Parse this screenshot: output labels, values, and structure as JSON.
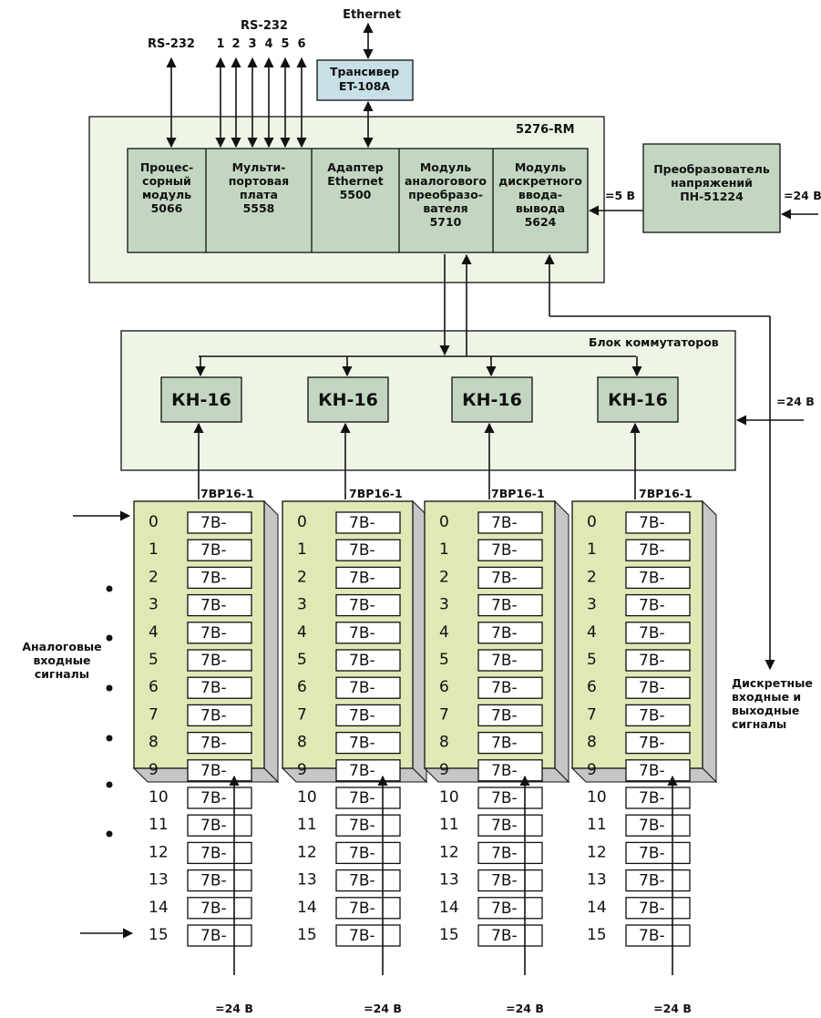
{
  "top": {
    "rs232_single": "RS-232",
    "rs232_multi": "RS-232",
    "ports": [
      "1",
      "2",
      "3",
      "4",
      "5",
      "6"
    ],
    "ethernet": "Ethernet",
    "transceiver": [
      "Трансивер",
      "ET-108A"
    ]
  },
  "rm": {
    "title": "5276-RM",
    "modules": [
      [
        "Процес-",
        "сорный",
        "модуль",
        "5066"
      ],
      [
        "Мульти-",
        "портовая",
        "плата",
        "5558"
      ],
      [
        "Адаптер",
        "Ethernet",
        "5500"
      ],
      [
        "Модуль",
        "аналогового",
        "преобразо-",
        "вателя",
        "5710"
      ],
      [
        "Модуль",
        "дискретного",
        "ввода-",
        "вывода",
        "5624"
      ]
    ]
  },
  "converter": {
    "lines": [
      "Преобразователь",
      "напряжений",
      "ПН-51224"
    ],
    "out_label": "=5 В",
    "in_label": "=24 В"
  },
  "switch_block": {
    "title": "Блок коммутаторов",
    "units": [
      "КН-16",
      "КН-16",
      "КН-16",
      "КН-16"
    ],
    "power_label": "=24 В"
  },
  "boards": {
    "titles": [
      "7BP16-1",
      "7BP16-1",
      "7BP16-1",
      "7BP16-1"
    ],
    "rows": [
      "0",
      "1",
      "2",
      "3",
      "4",
      "5",
      "6",
      "7",
      "8",
      "9",
      "10",
      "11",
      "12",
      "13",
      "14",
      "15"
    ],
    "cell_label": "7B-",
    "power_labels": [
      "=24 В",
      "=24 В",
      "=24 В",
      "=24 В"
    ]
  },
  "side": {
    "analog": [
      "Аналоговые",
      "входные",
      "сигналы"
    ],
    "discrete": [
      "Дискретные",
      "входные и",
      "выходные",
      "сигналы"
    ]
  },
  "colors": {
    "panel_fill": "#eef5e6",
    "module_fill": "#c3d6c1",
    "board_fill": "#e1e7b5",
    "board_shadow": "#c6c6c6",
    "transceiver_fill": "#c7dfe6"
  }
}
